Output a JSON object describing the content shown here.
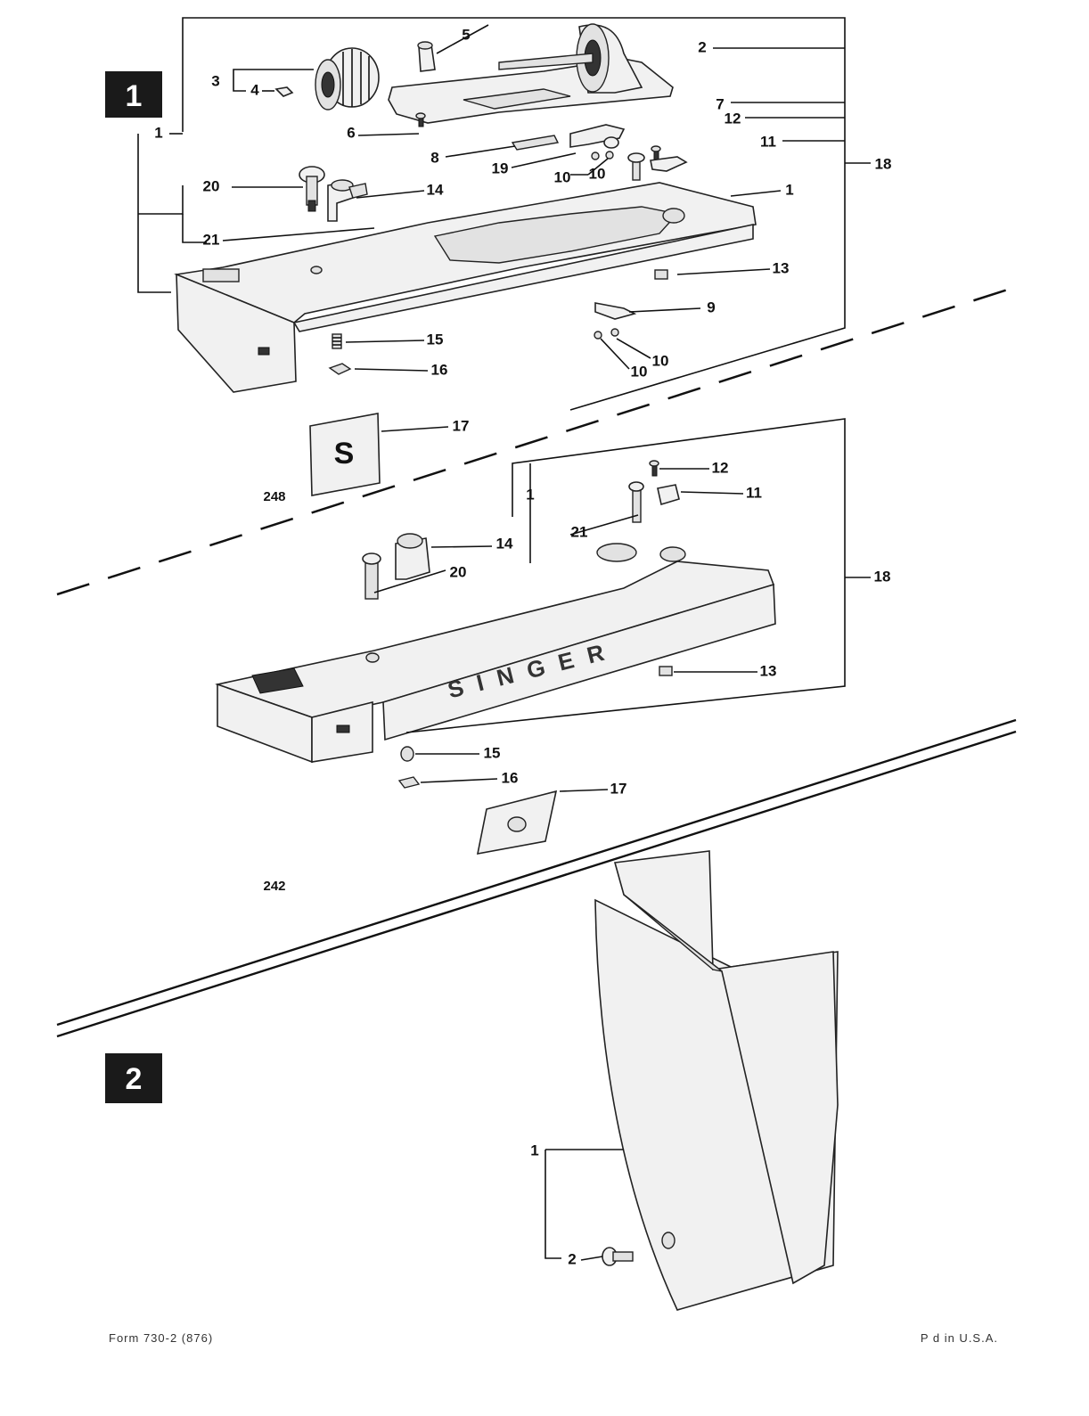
{
  "sections": [
    {
      "id": "section-1",
      "label": "1"
    },
    {
      "id": "section-2",
      "label": "2"
    }
  ],
  "model_labels": {
    "upper": "248",
    "lower": "242"
  },
  "callouts": {
    "top": [
      "5",
      "2",
      "3",
      "4",
      "7",
      "12",
      "1",
      "6",
      "8",
      "19",
      "10",
      "10",
      "11",
      "18",
      "20",
      "14",
      "1",
      "21",
      "13",
      "9",
      "15",
      "10",
      "10",
      "16",
      "17"
    ],
    "middle": [
      "12",
      "1",
      "11",
      "21",
      "14",
      "20",
      "18",
      "13",
      "15",
      "16",
      "17"
    ],
    "bottom": [
      "1",
      "2"
    ]
  },
  "badge_text": {
    "emblem": "S",
    "brand": "SINGER"
  },
  "footer": {
    "form_number": "Form 730-2 (876)",
    "printed": "P d in U.S.A."
  }
}
